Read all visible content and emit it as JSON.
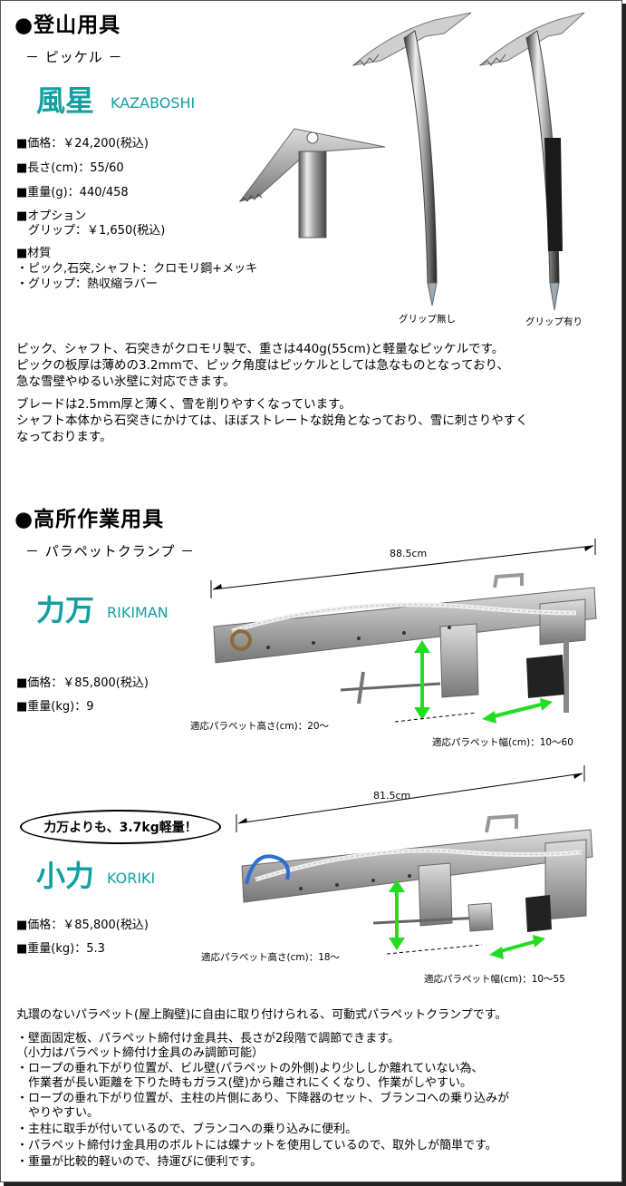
{
  "section1": {
    "heading": "●登山用具",
    "subheading": "－ ピッケル －",
    "product_name": "風星",
    "product_name_en": "KAZABOSHI",
    "specs": [
      "■価格：￥24,200(税込)",
      "■長さ(cm)：55/60",
      "■重量(g)：440/458",
      "■オプション",
      "　グリップ：￥1,650(税込)",
      "■材質",
      "・ピック,石突,シャフト：クロモリ鋼+メッキ",
      "・グリップ：熱収縮ラバー"
    ],
    "caption_left": "グリップ無し",
    "caption_right": "グリップ有り",
    "description": [
      "ピック、シャフト、石突きがクロモリ製で、重さは440g(55cm)と軽量なピッケルです。",
      "ピックの板厚は薄めの3.2mmで、ピック角度はピッケルとしては急なものとなっており、",
      "急な雪壁やゆるい氷壁に対応できます。",
      "ブレードは2.5mm厚と薄く、雪を削りやすくなっています。",
      "シャフト本体から石突きにかけては、ほぼストレートな鋭角となっており、雪に刺さりやすく",
      "なっております。"
    ]
  },
  "section2": {
    "heading": "●高所作業用具",
    "subheading": "－ パラペットクランプ －",
    "rikiman": {
      "name": "力万",
      "name_en": "RIKIMAN",
      "price": "■価格：￥85,800(税込)",
      "weight": "■重量(kg)：9",
      "width_label": "88.5cm",
      "height_caption": "適応パラペット高さ(cm)：20～",
      "width_caption": "適応パラペット幅(cm)：10～60"
    },
    "koriki": {
      "callout": "力万よりも、3.7kg軽量！",
      "name": "小力",
      "name_en": "KORIKI",
      "price": "■価格：￥85,800(税込)",
      "weight": "■重量(kg)：5.3",
      "width_label": "81.5cm",
      "height_caption": "適応パラペット高さ(cm)：18～",
      "width_caption": "適応パラペット幅(cm)：10～55"
    },
    "intro": "丸環のないパラペット(屋上胸壁)に自由に取り付けられる、可動式パラペットクランプです。",
    "bullets": [
      "・壁面固定板、パラペット締付け金具共、長さが2段階で調節できます。",
      "（小力はパラペット締付け金具のみ調節可能）",
      "・ロープの垂れ下がり位置が、ビル壁(パラペットの外側)より少ししか離れていない為、",
      "　作業者が長い距離を下りた時もガラス(壁)から離されにくくなり、作業がしやすい。",
      "・ロープの垂れ下がり位置が、主柱の片側にあり、下降器のセット、ブランコへの乗り込みが",
      "　やりやすい。",
      "・主柱に取手が付いているので、ブランコへの乗り込みに便利。",
      "・パラペット締付け金具用のボルトには蝶ナットを使用しているので、取外しが簡単です。",
      "・重量が比較的軽いので、持運びに便利です。"
    ]
  },
  "colors": {
    "accent": "#12a0a0",
    "arrow_green": "#22dd22"
  }
}
